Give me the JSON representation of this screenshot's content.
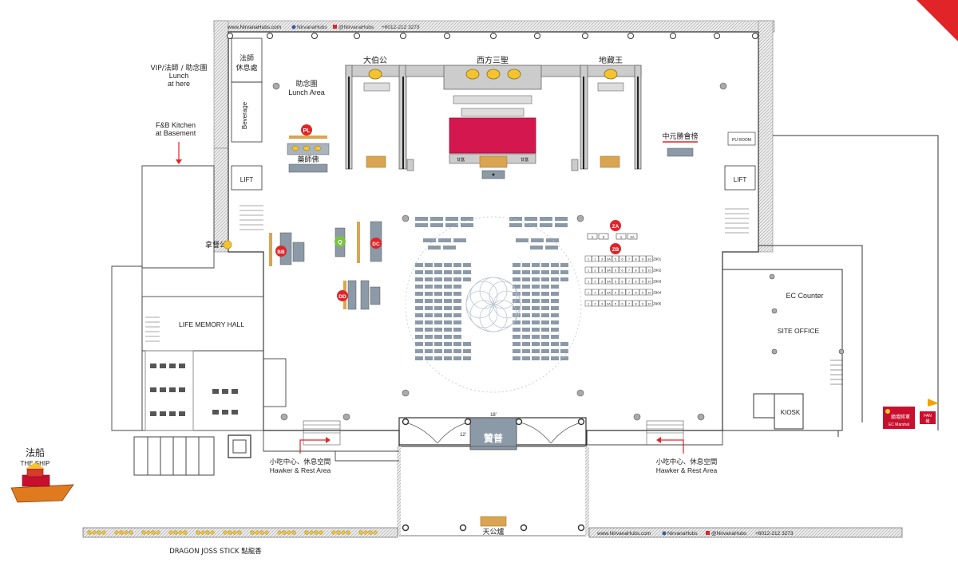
{
  "header": {
    "website": "www.NirvanaHubs.com",
    "facebook": "NirvanaHubs",
    "youtube": "@NirvanaHubs",
    "phone": "+6012-212 3273"
  },
  "footer": {
    "website": "www.NirvanaHubs.com",
    "facebook": "NirvanaHubs",
    "youtube": "@NirvanaHubs",
    "phone": "+6012-212 3273"
  },
  "labels": {
    "vip_lunch": "VIP/法師 / 助念團",
    "vip_lunch2": "Lunch",
    "vip_lunch3": "at here",
    "fb_kitchen": "F&B Kitchen",
    "fb_kitchen2": "at Basement",
    "monk_rest": "法師",
    "monk_rest2": "休息處",
    "beverage": "Beverage",
    "lunch_area": "助念團",
    "lunch_area2": "Lunch Area",
    "lift": "LIFT",
    "buddha_medicine": "藥師佛",
    "nazha": "拿督公",
    "life_memory_hall": "LIFE MEMORY HALL",
    "ec_counter": "EC Counter",
    "site_office": "SITE OFFICE",
    "kiosk": "KIOSK",
    "zhongyuan_board": "中元勝會榜",
    "pu_room": "PU ROOM",
    "ship_cn": "法船",
    "ship_en": "THE SHIP",
    "dragon_stick": "DRAGON JOSS STICK 點龍香",
    "tiangong": "天公爐",
    "zanpu": "贊普",
    "size_18": "18'",
    "size_12": "12'",
    "hawker_cn": "小吃中心、休息空間",
    "hawker_en": "Hawker & Rest Area",
    "hawker_cn_r": "小吃中心、休息空間",
    "hawker_en_r": "Hawker & Rest Area",
    "marshal_cn": "鎮壇將軍",
    "marshal_en": "EC Marshal",
    "fan_cn": "FAN",
    "fan_cn2": "幡",
    "altar_dabogong": "大伯公",
    "altar_xifang": "西方三聖",
    "altar_dizang": "地藏王",
    "altar_cloth_l": "甘露",
    "altar_cloth_r": "甘露"
  },
  "markers": {
    "PL": "PL",
    "BB": "BB",
    "Q": "Q",
    "DC": "DC",
    "DD": "DD",
    "ZA": "ZA",
    "ZB": "ZB"
  },
  "zone_za": {
    "boxes": [
      "1",
      "2",
      "1",
      "2A"
    ]
  },
  "zone_zb": {
    "row_cells": [
      "1",
      "2",
      "3",
      "3A",
      "5",
      "6",
      "7",
      "8",
      "9",
      "10"
    ],
    "rows": [
      "Z901",
      "Z902",
      "Z903",
      "Z904",
      "Z905"
    ]
  },
  "colors": {
    "altar_red": "#d5174f",
    "marker_red": "#e02427",
    "marker_green": "#7cc242",
    "seat_gray": "#8c9aa8",
    "accent_gold": "#f4c430",
    "wood": "#d9a552"
  }
}
